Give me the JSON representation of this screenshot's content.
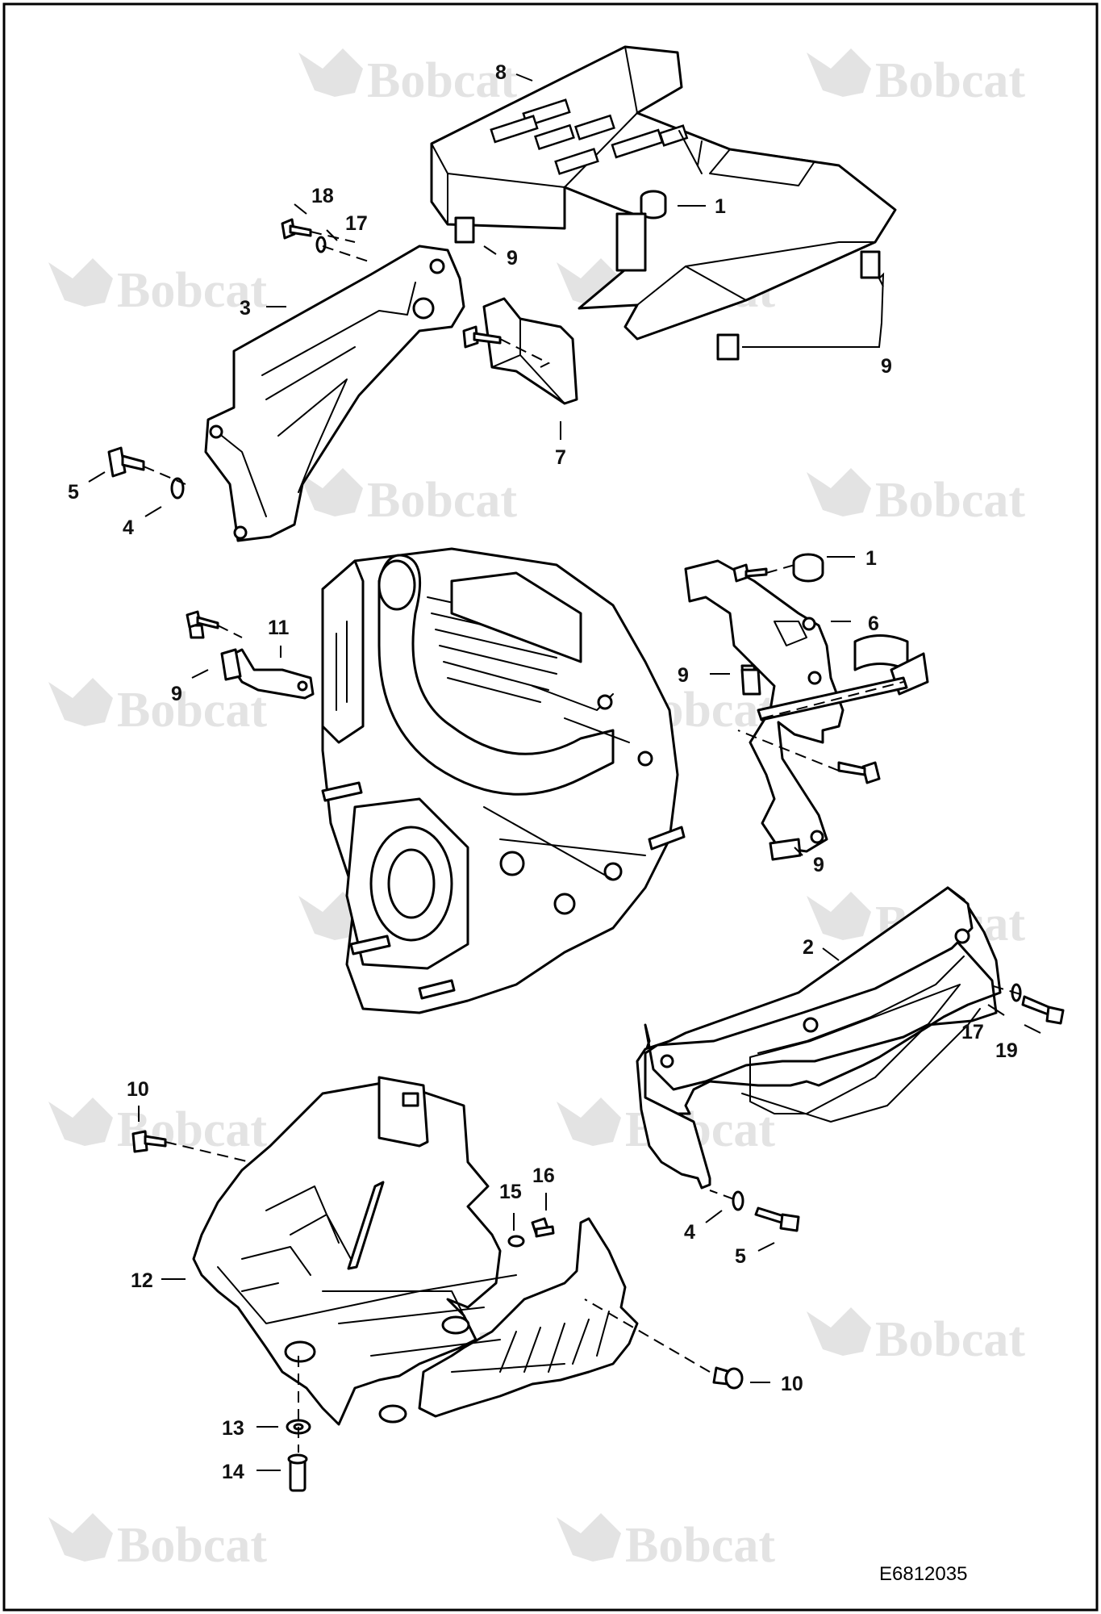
{
  "watermark": {
    "text": "Bobcat",
    "color": "#e3e3e3"
  },
  "figure_id": "E6812035",
  "parts": [
    {
      "id": "engine-block",
      "icon": "engine-icon"
    },
    {
      "id": "top-cover",
      "icon": "vented-cover-icon"
    },
    {
      "id": "side-bracket-left",
      "icon": "bracket-icon"
    },
    {
      "id": "side-bracket-right",
      "icon": "bracket-icon"
    },
    {
      "id": "lower-guard",
      "icon": "guard-icon"
    },
    {
      "id": "small-bracket",
      "icon": "bracket-icon"
    },
    {
      "id": "mount-plate",
      "icon": "plate-icon"
    },
    {
      "id": "small-clip",
      "icon": "clip-icon"
    }
  ],
  "callouts": [
    {
      "label": "8"
    },
    {
      "label": "1"
    },
    {
      "label": "18"
    },
    {
      "label": "17"
    },
    {
      "label": "9"
    },
    {
      "label": "3"
    },
    {
      "label": "9"
    },
    {
      "label": "7"
    },
    {
      "label": "5"
    },
    {
      "label": "4"
    },
    {
      "label": "1"
    },
    {
      "label": "6"
    },
    {
      "label": "11"
    },
    {
      "label": "9"
    },
    {
      "label": "9"
    },
    {
      "label": "9"
    },
    {
      "label": "2"
    },
    {
      "label": "17"
    },
    {
      "label": "19"
    },
    {
      "label": "10"
    },
    {
      "label": "16"
    },
    {
      "label": "15"
    },
    {
      "label": "12"
    },
    {
      "label": "4"
    },
    {
      "label": "5"
    },
    {
      "label": "10"
    },
    {
      "label": "13"
    },
    {
      "label": "14"
    }
  ]
}
